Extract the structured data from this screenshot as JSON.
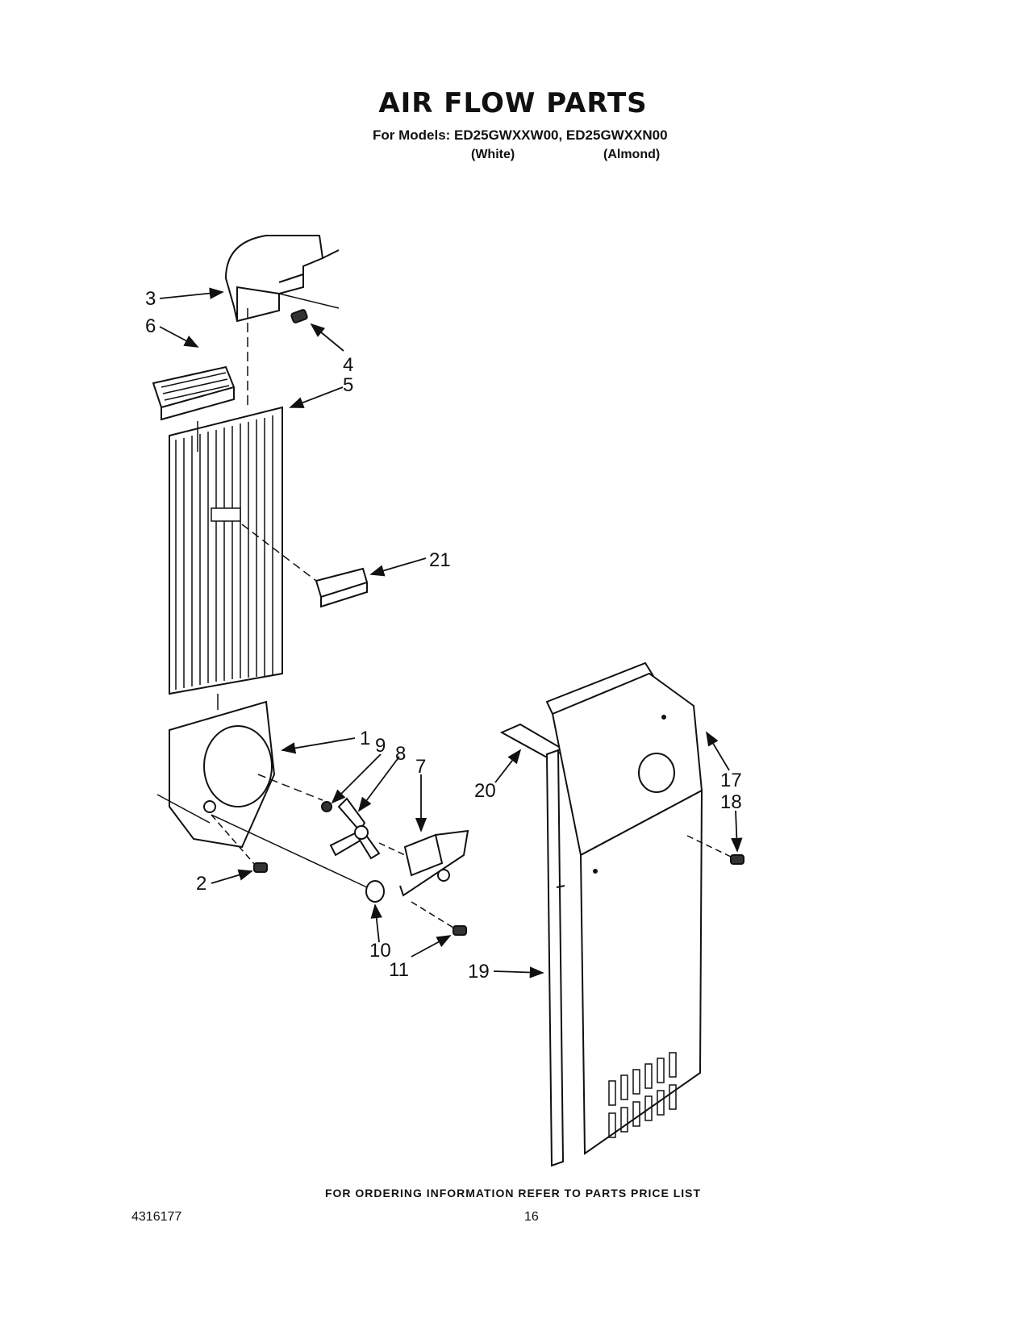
{
  "header": {
    "title": "AIR FLOW PARTS",
    "models_line": "For Models: ED25GWXXW00, ED25GWXXN00",
    "variant_white": "(White)",
    "variant_almond": "(Almond)"
  },
  "callouts": [
    "1",
    "2",
    "3",
    "4",
    "5",
    "6",
    "7",
    "8",
    "9",
    "10",
    "11",
    "17",
    "18",
    "19",
    "20",
    "21"
  ],
  "footer": {
    "ordering_note": "FOR ORDERING INFORMATION REFER TO PARTS PRICE LIST",
    "doc_number": "4316177",
    "page_number": "16"
  }
}
